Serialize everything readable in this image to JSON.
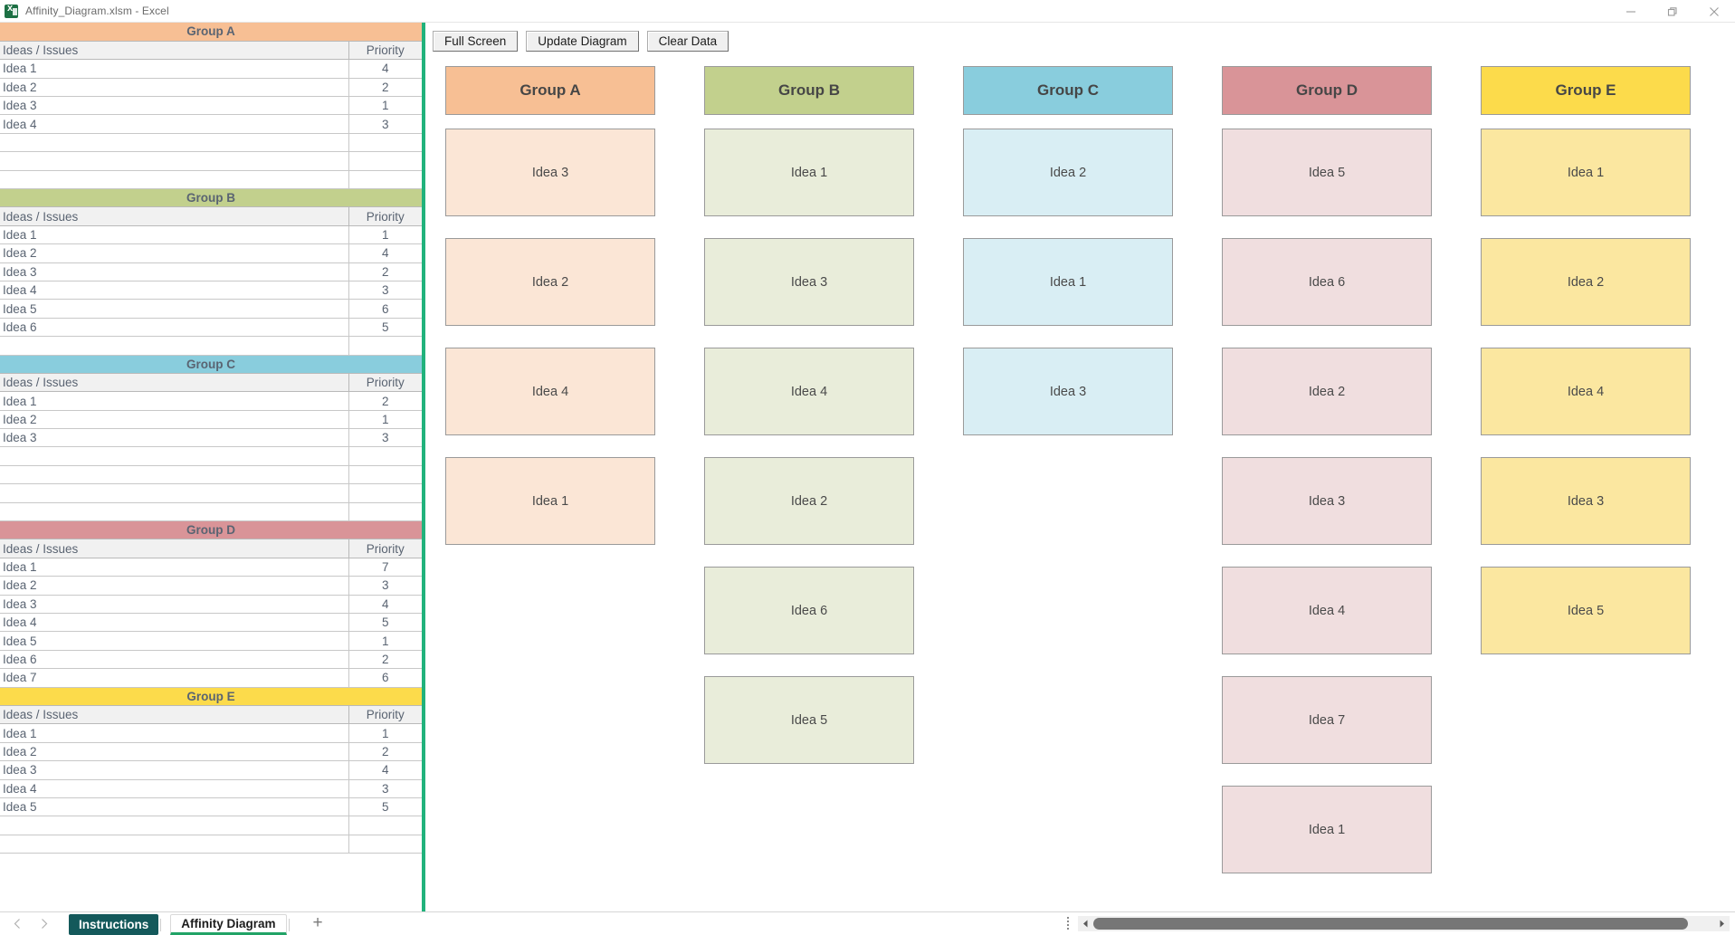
{
  "window": {
    "title": "Affinity_Diagram.xlsm - Excel",
    "app_icon": "excel-icon",
    "minimize": "minimize-icon",
    "restore": "restore-icon",
    "close": "close-icon"
  },
  "toolbar": {
    "buttons": [
      {
        "label": "Full Screen",
        "name": "full-screen-button"
      },
      {
        "label": "Update Diagram",
        "name": "update-diagram-button"
      },
      {
        "label": "Clear Data",
        "name": "clear-data-button"
      }
    ]
  },
  "sheet": {
    "column_headers": {
      "idea": "Ideas / Issues",
      "priority": "Priority"
    },
    "groups": [
      {
        "title": "Group A",
        "header_color": "#f7bf94",
        "rows": [
          {
            "idea": "Idea 1",
            "priority": "4"
          },
          {
            "idea": "Idea 2",
            "priority": "2"
          },
          {
            "idea": "Idea 3",
            "priority": "1"
          },
          {
            "idea": "Idea 4",
            "priority": "3"
          },
          {
            "idea": "",
            "priority": ""
          },
          {
            "idea": "",
            "priority": ""
          },
          {
            "idea": "",
            "priority": ""
          }
        ]
      },
      {
        "title": "Group B",
        "header_color": "#c2d08d",
        "rows": [
          {
            "idea": "Idea 1",
            "priority": "1"
          },
          {
            "idea": "Idea 2",
            "priority": "4"
          },
          {
            "idea": "Idea 3",
            "priority": "2"
          },
          {
            "idea": "Idea 4",
            "priority": "3"
          },
          {
            "idea": "Idea 5",
            "priority": "6"
          },
          {
            "idea": "Idea 6",
            "priority": "5"
          },
          {
            "idea": "",
            "priority": ""
          }
        ]
      },
      {
        "title": "Group C",
        "header_color": "#89cddd",
        "rows": [
          {
            "idea": "Idea 1",
            "priority": "2"
          },
          {
            "idea": "Idea 2",
            "priority": "1"
          },
          {
            "idea": "Idea 3",
            "priority": "3"
          },
          {
            "idea": "",
            "priority": ""
          },
          {
            "idea": "",
            "priority": ""
          },
          {
            "idea": "",
            "priority": ""
          },
          {
            "idea": "",
            "priority": ""
          }
        ]
      },
      {
        "title": "Group D",
        "header_color": "#d99498",
        "rows": [
          {
            "idea": "Idea 1",
            "priority": "7"
          },
          {
            "idea": "Idea 2",
            "priority": "3"
          },
          {
            "idea": "Idea 3",
            "priority": "4"
          },
          {
            "idea": "Idea 4",
            "priority": "5"
          },
          {
            "idea": "Idea 5",
            "priority": "1"
          },
          {
            "idea": "Idea 6",
            "priority": "2"
          },
          {
            "idea": "Idea 7",
            "priority": "6"
          }
        ]
      },
      {
        "title": "Group E",
        "header_color": "#fcdb4b",
        "rows": [
          {
            "idea": "Idea 1",
            "priority": "1"
          },
          {
            "idea": "Idea 2",
            "priority": "2"
          },
          {
            "idea": "Idea 3",
            "priority": "4"
          },
          {
            "idea": "Idea 4",
            "priority": "3"
          },
          {
            "idea": "Idea 5",
            "priority": "5"
          },
          {
            "idea": "",
            "priority": ""
          },
          {
            "idea": "",
            "priority": ""
          }
        ]
      }
    ]
  },
  "diagram": {
    "columns": [
      {
        "title": "Group A",
        "header_color": "#f7bf94",
        "card_color": "#fbe6d6",
        "cards": [
          "Idea 3",
          "Idea 2",
          "Idea 4",
          "Idea 1"
        ]
      },
      {
        "title": "Group B",
        "header_color": "#c2d08d",
        "card_color": "#e9edda",
        "cards": [
          "Idea 1",
          "Idea 3",
          "Idea 4",
          "Idea 2",
          "Idea 6",
          "Idea 5"
        ]
      },
      {
        "title": "Group C",
        "header_color": "#89cddd",
        "card_color": "#d9eef4",
        "cards": [
          "Idea 2",
          "Idea 1",
          "Idea 3"
        ]
      },
      {
        "title": "Group D",
        "header_color": "#d99498",
        "card_color": "#f0dedf",
        "cards": [
          "Idea 5",
          "Idea 6",
          "Idea 2",
          "Idea 3",
          "Idea 4",
          "Idea 7",
          "Idea 1"
        ]
      },
      {
        "title": "Group E",
        "header_color": "#fcdb4b",
        "card_color": "#fbe7a0",
        "cards": [
          "Idea 1",
          "Idea 2",
          "Idea 4",
          "Idea 3",
          "Idea 5"
        ]
      }
    ]
  },
  "statusbar": {
    "prev_sheet": "prev-sheet-arrow-icon",
    "next_sheet": "next-sheet-arrow-icon",
    "tabs": [
      {
        "label": "Instructions",
        "active": false
      },
      {
        "label": "Affinity Diagram",
        "active": true
      }
    ],
    "add_sheet": "+",
    "scroll_grip": "scroll-grip-icon"
  },
  "colors": {
    "split_line": "#21b27c",
    "active_tab_underline": "#21a366",
    "inactive_tab_bg": "#14595b"
  }
}
